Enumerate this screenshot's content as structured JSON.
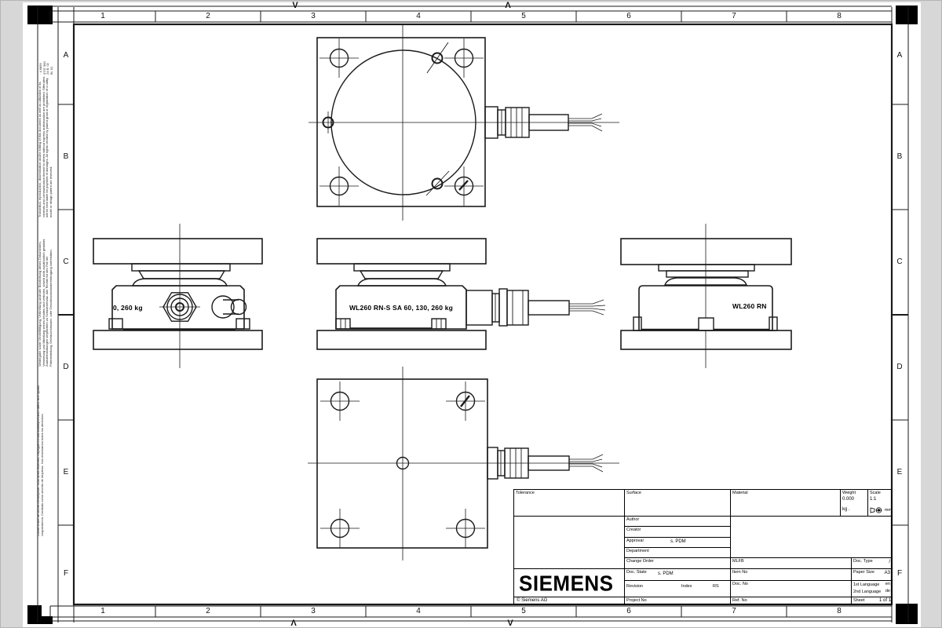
{
  "frame": {
    "columns": [
      "1",
      "2",
      "3",
      "4",
      "5",
      "6",
      "7",
      "8"
    ],
    "rows": [
      "A",
      "B",
      "C",
      "D",
      "E",
      "F"
    ],
    "fold_marks": {
      "top_left": "V",
      "top_right": "Λ",
      "bottom_left": "Λ",
      "bottom_right": "V"
    }
  },
  "margin": {
    "stamp": "· 4 6899\n0737 360\n24  B. 02\nBl. 01",
    "disclaimer_en": "Transmittal, reproduction, dissemination and/or editing of this document as well as utilization of its contents and communication thereof to others without express authorization are prohibited. Offenders will be held liable for payment of damages. All rights created by patent grant or registration of a utility model or design patent are reserved.",
    "disclaimer_de": "Weitergabe sowie Vervielfältigung, Verbreitung und/oder Bearbeitung dieses Dokumentes, Verwertung und Mitteilung seines Inhaltes sind verboten, soweit nicht ausdrücklich gestattet. Zuwiderhandlungen verpflichten zu Schadenersatz. Alle Rechte für den Fall der Patenterteilung, Gebrauchsmuster- oder Geschmacksmustereintragung vorbehalten.",
    "disclaimer_multi": "Confié à titre de secret d'entreprise. Tous droits réservés. Передается как коммерческая тайна. Все права сохраняются. Confiado como secreto de empresa. Nos reservamos todos los derechos."
  },
  "views": {
    "front_label": "WL260 RN-S SA 60, 130, 260 kg",
    "left_label": "0, 260 kg",
    "right_label": "WL260 RN"
  },
  "title_block": {
    "tolerance": "Tolerance",
    "surface": "Surface",
    "material": "Material",
    "weight": "Weight",
    "weight_value": "0.000",
    "weight_unit": "kg .",
    "scale": "Scale",
    "scale_value": "1:1",
    "dimension_unit": "mm",
    "author": "Author",
    "creator": "Creator",
    "approval": "Approval",
    "approval_value": "s. PDM",
    "department": "Department",
    "change_order": "Change Order",
    "mlfb": "MLFB",
    "doc_type": "Doc. Type",
    "doc_type_value": "/",
    "doc_state": "Doc. State",
    "doc_state_value": "s. PDM",
    "item_no": "Item No",
    "paper_size": "Paper Size",
    "paper_size_value": "A3",
    "revision": "Revision",
    "index": "Index",
    "rs": "RS",
    "doc_no": "Doc. No",
    "lang1": "1st Language",
    "lang1_value": "en",
    "lang2": "2nd Language",
    "lang2_value": "de",
    "project_no": "Project No",
    "ref_no": "Ref. No",
    "sheet": "Sheet",
    "sheet_value": "1 of 1",
    "brand": "SIEMENS",
    "copyright": "© Siemens AG"
  }
}
